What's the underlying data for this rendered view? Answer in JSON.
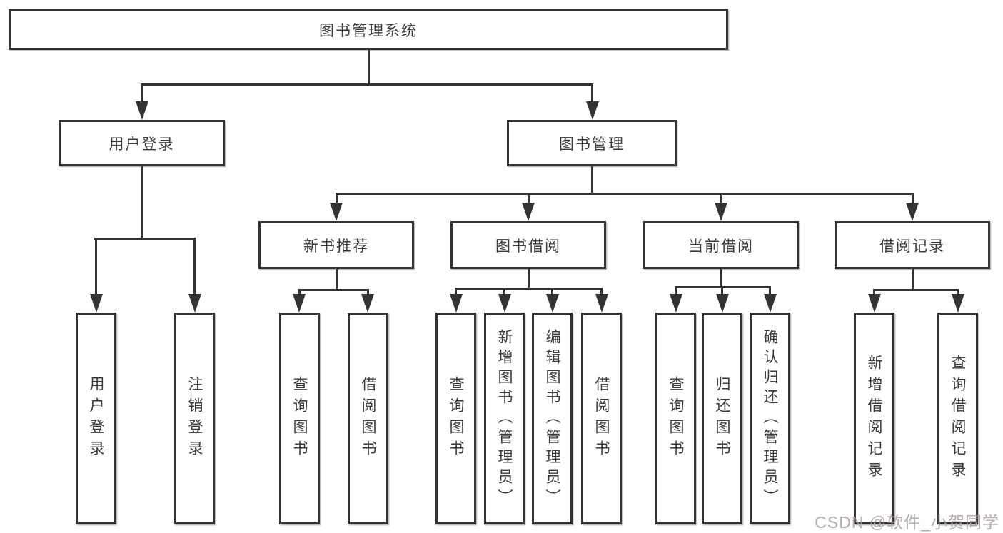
{
  "diagram": {
    "title": "图书管理系统",
    "root": {
      "label": "图书管理系统"
    },
    "level2": [
      {
        "id": "user-login",
        "label": "用户登录"
      },
      {
        "id": "book-management",
        "label": "图书管理"
      }
    ],
    "level3": [
      {
        "id": "new-book-recommend",
        "label": "新书推荐",
        "parent": "book-management"
      },
      {
        "id": "book-borrowing",
        "label": "图书借阅",
        "parent": "book-management"
      },
      {
        "id": "current-borrowing",
        "label": "当前借阅",
        "parent": "book-management"
      },
      {
        "id": "borrow-records",
        "label": "借阅记录",
        "parent": "book-management"
      }
    ],
    "leaves": [
      {
        "id": "user-login-leaf",
        "label": "用户登录",
        "parent": "user-login"
      },
      {
        "id": "logout",
        "label": "注销登录",
        "parent": "user-login"
      },
      {
        "id": "query-books-recommend",
        "label": "查询图书",
        "parent": "new-book-recommend"
      },
      {
        "id": "borrow-books-recommend",
        "label": "借阅图书",
        "parent": "new-book-recommend"
      },
      {
        "id": "query-books-borrowing",
        "label": "查询图书",
        "parent": "book-borrowing"
      },
      {
        "id": "add-books-admin",
        "label": "新增图书（管理员）",
        "parent": "book-borrowing"
      },
      {
        "id": "edit-books-admin",
        "label": "编辑图书（管理员）",
        "parent": "book-borrowing"
      },
      {
        "id": "borrow-books",
        "label": "借阅图书",
        "parent": "book-borrowing"
      },
      {
        "id": "query-books-current",
        "label": "查询图书",
        "parent": "current-borrowing"
      },
      {
        "id": "return-books",
        "label": "归还图书",
        "parent": "current-borrowing"
      },
      {
        "id": "confirm-return-admin",
        "label": "确认归还（管理员）",
        "parent": "current-borrowing"
      },
      {
        "id": "add-borrow-record",
        "label": "新增借阅记录",
        "parent": "borrow-records"
      },
      {
        "id": "query-borrow-record",
        "label": "查询借阅记录",
        "parent": "borrow-records"
      }
    ]
  },
  "watermark": {
    "text": "CSDN @软件_小贺同学"
  },
  "colors": {
    "line": "#333333",
    "box_border": "#333333",
    "text": "#3a3a3a",
    "background": "#ffffff",
    "watermark": "#a89c9c"
  }
}
